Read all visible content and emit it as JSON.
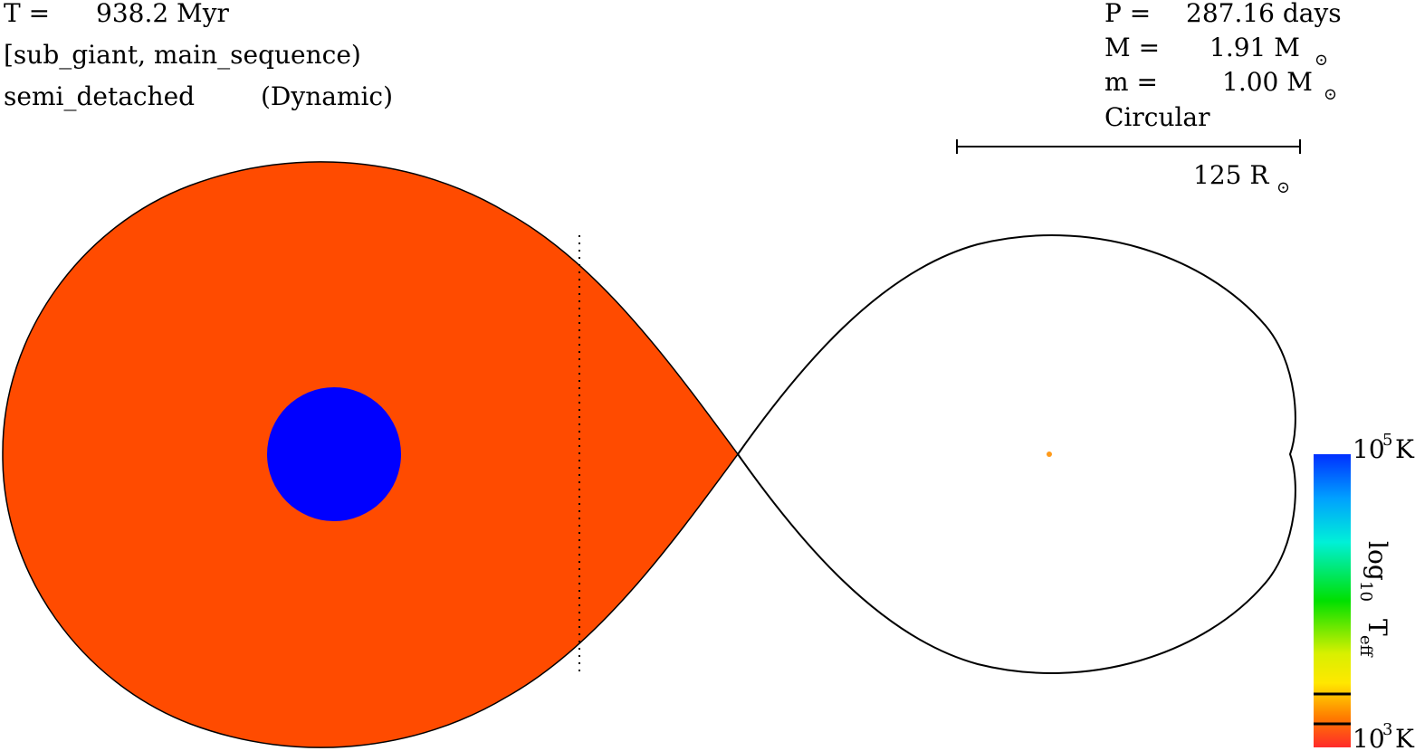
{
  "info_left": {
    "time_prefix": "T =",
    "time_value": "938.2 Myr",
    "stellar_types": "[sub_giant, main_sequence)",
    "state": "semi_detached",
    "state_mode": "(Dynamic)"
  },
  "info_right": {
    "period_prefix": "P =",
    "period_value": "287.16 days",
    "mass1_prefix": "M =",
    "mass1_value": "1.91 M",
    "mass2_prefix": "m =",
    "mass2_value": "1.00 M",
    "solar_symbol": "⊙",
    "orbit": "Circular"
  },
  "scale_bar": {
    "label": "125 R",
    "symbol": "⊙"
  },
  "colorbar": {
    "top_base": "10",
    "top_exp": "5",
    "top_unit": "K",
    "bottom_base": "10",
    "bottom_exp": "3",
    "bottom_unit": "K",
    "axis_log": "log",
    "axis_log_sub": "10",
    "axis_T": "T",
    "axis_T_sub": "eff",
    "range_log10_K": [
      3,
      5
    ],
    "marker_levels_log10_K": [
      3.34,
      3.1
    ]
  },
  "colors": {
    "donor_envelope": "#ff4b00",
    "donor_core": "#0000ff",
    "companion_dot": "#ff9a1a",
    "outline": "#000000"
  }
}
